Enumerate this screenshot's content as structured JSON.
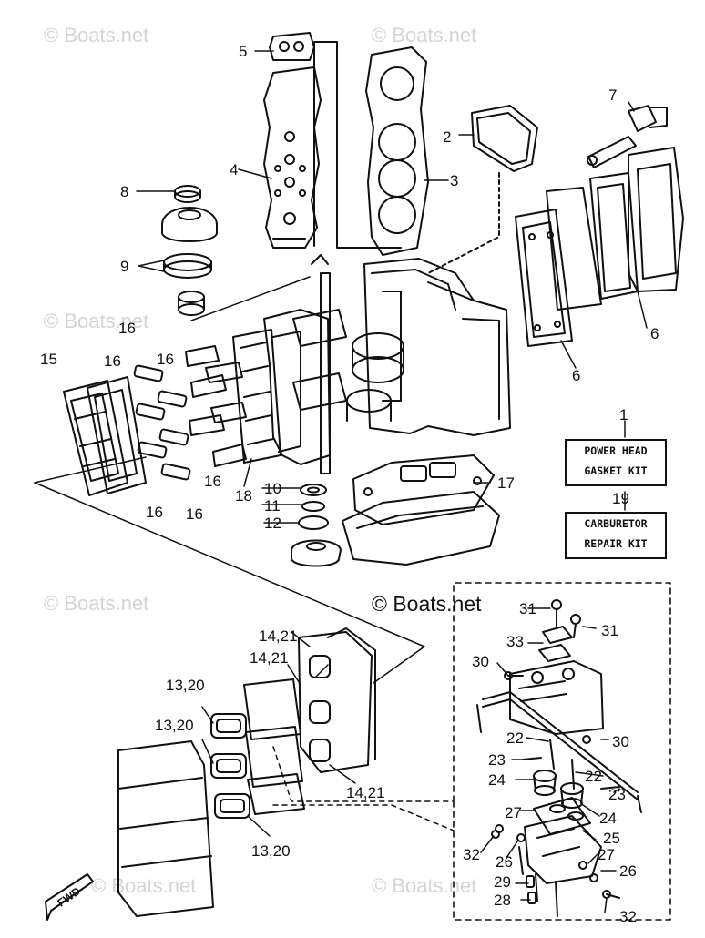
{
  "watermark": {
    "text": "© Boats.net",
    "center_text": "© Boats.net"
  },
  "callouts": {
    "c2": "2",
    "c3": "3",
    "c4": "4",
    "c5": "5",
    "c6a": "6",
    "c6b": "6",
    "c7": "7",
    "c8": "8",
    "c9": "9",
    "c10": "10",
    "c11": "11",
    "c12": "12",
    "c15": "15",
    "c16a": "16",
    "c16b": "16",
    "c16c": "16",
    "c16d": "16",
    "c16e": "16",
    "c16f": "16",
    "c17": "17",
    "c18": "18",
    "c14_21a": "14,21",
    "c14_21b": "14,21",
    "c14_21c": "14,21",
    "c13_20a": "13,20",
    "c13_20b": "13,20",
    "c13_20c": "13,20",
    "c22a": "22",
    "c22b": "22",
    "c23a": "23",
    "c23b": "23",
    "c24a": "24",
    "c24b": "24",
    "c25": "25",
    "c26a": "26",
    "c26b": "26",
    "c27a": "27",
    "c27b": "27",
    "c28": "28",
    "c29": "29",
    "c30a": "30",
    "c30b": "30",
    "c31a": "31",
    "c31b": "31",
    "c32a": "32",
    "c32b": "32",
    "c33": "33"
  },
  "kits": {
    "gasket_kit": {
      "number": "1",
      "line1": "POWER HEAD",
      "line2": "GASKET KIT"
    },
    "carb_kit": {
      "number": "19",
      "line1": "CARBURETOR",
      "line2": "REPAIR KIT"
    }
  },
  "fwd_label": "FWD"
}
